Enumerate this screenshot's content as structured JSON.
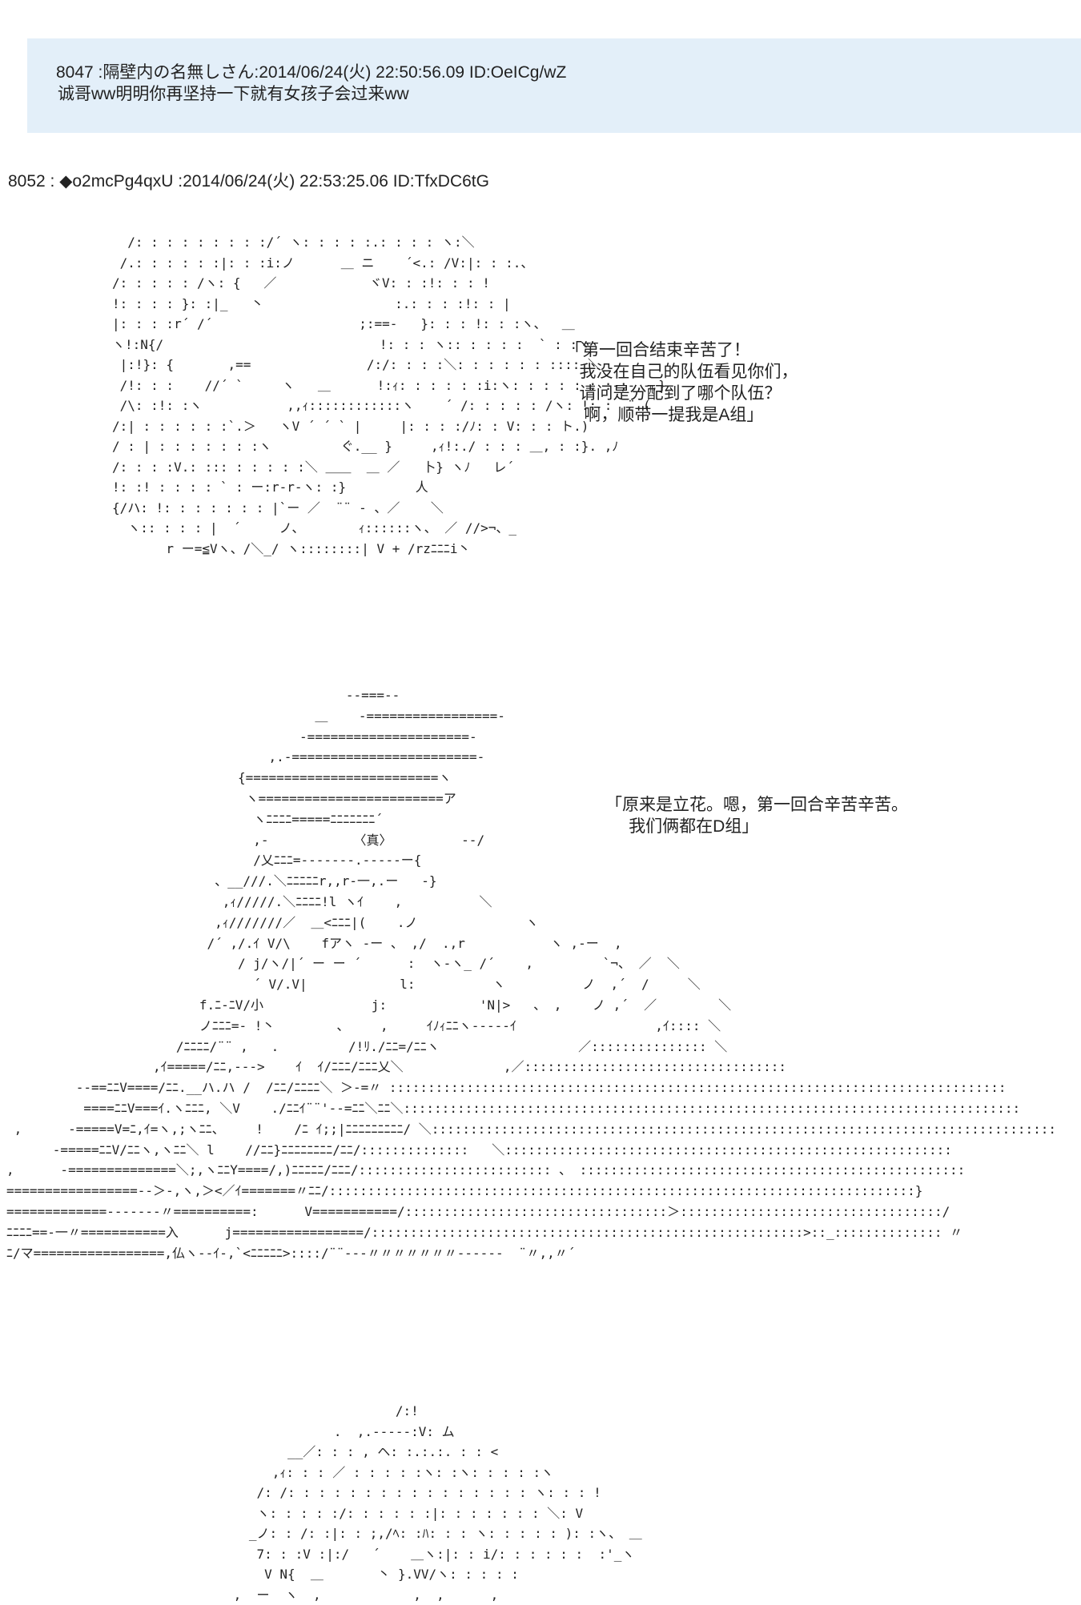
{
  "quote": {
    "header": "8047 :隔壁内の名無しさん:2014/06/24(火) 22:50:56.09 ID:OeICg/wZ",
    "body": "诚哥ww明明你再坚持一下就有女孩子会过来ww"
  },
  "post": {
    "header": "8052 : ◆o2mcPg4qxU :2014/06/24(火) 22:53:25.06 ID:TfxDC6tG"
  },
  "dialogs": [
    {
      "lines": [
        "「第一回合结束辛苦了！",
        "   我没在自己的队伍看见你们，",
        "   请问是分配到了哪个队伍？",
        "",
        "    啊，顺带一提我是A组」"
      ]
    },
    {
      "lines": [
        "「原来是立花。嗯，第一回合辛苦辛苦。",
        "     我们俩都在D组」"
      ]
    }
  ],
  "ascii_art": [
    "  /: : : : : : : : :/´ ヽ: : : : :.: : : : ヽ:＼\n /.: : : : : :|: : :i:ノ      ＿ ニ    ´<.: /V:|: : :.、\n/: : : : : /ヽ: {   ／            ヾV: : :!: : : !\n!: : : : }: :|_   丶                 :.: : : :!: : |\n|: : : :r´ /´                   ;:==‐   }: : : !: : :ヽ、  ＿\nヽ!:N{/                            !: : : ヽ:: : : : :  ` : :ヽ\n |:!}: {       ,==               /:/: : : :＼: : : : : : :::: ＼\n /!: : :    //´ `     ヽ   ＿      !:ｨ: : : : : :i:ヽ: : : : : : :-;-,-,}\n /\\: :!: :ヽ           ,,ｨ::::::::::::ヽ    ´ /: : : : : /ヽ: !: :  ¨ (\n/:| : : : : : :`.＞   ヽV ´ ´ ` |     |: : : :/ﾉ: : V: : : ト.)\n/ : | : : : : : : :ヽ         ぐ.__ }     ,ｨ!:./ : : : ＿, : :}. ,ﾉ\n/: : : :V.: ::: : : : : :＼ ＿＿  ＿ ／   卜} ヽﾉ   レ´\n!: :! : : : : ` : ー:r-r‐ヽ: :}         人\n{/ハ: !: : : : : : : |`ー ／  ¨¨ ‐ 、／    ＼\n  ヽ:: : : : |  ´     ノ、       ｨ::::::ヽ、 ／ //>¬、_\n       r ー=≦Vヽ、/＼_/ ヽ::::::::| V + /rzﾆﾆﾆi丶",
    "                                            --===--\n                                        ＿    -=================-\n                                      -=====================-\n                                  ,.-========================-\n                              {=========================ヽ\n                               ヽ========================ア\n                                ヽﾆﾆﾆﾆ=====ﾆﾆﾆﾆﾆﾆﾆ´\n                                ,‐           〈真〉         --/\n                                /乂ﾆﾆﾆ=‐-‐‐‐-‐.-‐‐‐‐ー{\n                           、__///.＼ﾆﾆﾆﾆﾆr,,r‐一,.ー   -}\n                            ,ｨ/////.＼ﾆﾆﾆﾆ!l ヽｲ    ,          ＼\n                           ,ｨ///////／  ＿<ﾆﾆﾆ|(    .ノ              ヽ\n                          /´ ,/.ｲ V/\\    fアヽ ‐ー 、 ,/  .,r           ヽ ,-ー  ,\n                              / j/ヽ/|´ ー ー ´      :  ヽ‐ヽ_ /´    ,         `¬、 ／  ＼\n                                ´ V/.V|            l:          ヽ          ノ  ,´  /     ＼\n                         f.ﾆ-ﾆV/小              j:            'N|>   、 ,    ノ ,´  ／        ＼\n                         ノﾆﾆﾆ=- !丶        、    ,     ｲﾉｨﾆﾆヽ‐‐‐‐-ｲ                  ,ｲ:::: ＼\n                      /ﾆﾆﾆﾆ/¨¨ ,   .         /!ﾘ./ﾆﾆ=/ﾆﾆヽ                  ／::::::::::::::: ＼\n                   ,ｲ=====/ﾆﾆ,--->    ｲ  ｲ/ﾆﾆﾆ/ﾆﾆﾆ乂＼             ,／::::::::::::::::::::::::::::::::::\n         -‐==ﾆﾆV====/ﾆﾆ.__ハ.ハ /  /ﾆﾆ/ﾆﾆﾆﾆ＼ ＞-=〃 ::::::::::::::::::::::::::::::::::::::::::::::::::::::::::::::::::::::::::::::::\n          ====ﾆﾆV===ｲ.ヽﾆﾆﾆ, ＼V    ./ﾆﾆｲ¨¨'‐-=ﾆﾆ＼ﾆﾆ＼::::::::::::::::::::::::::::::::::::::::::::::::::::::::::::::::::::::::::::::::\n ,      -=====V=ﾆ,ｲ=ヽ,;ヽﾆﾆ、    !    /ﾆ ｲ;;|ﾆﾆﾆﾆﾆﾆﾆﾆﾆ/ ＼:::::::::::::::::::::::::::::::::::::::::::::::::::::::::::::::::::::::::::::::::\n      -=====ﾆﾆV/ﾆﾆヽ,ヽﾆﾆ＼ l    //ﾆﾆ}ﾆﾆﾆﾆﾆﾆﾆﾆ/ﾆﾆ/::::::::::::::   ＼::::::::::::::::::::::::::::::::::::::::::::::::::::::::::\n,      -==============＼;,ヽﾆﾆY====/,)ﾆﾆﾆﾆﾆ/ﾆﾆﾆ/::::::::::::::::::::::::: 、 ::::::::::::::::::::::::::::::::::::::::::::::::::\n=================--＞-,ヽ,＞<／ｲ=======〃ﾆﾆ/::::::::::::::::::::::::::::::::::::::::::::::::::::::::::::::::::::::::::::}\n=============-‐‐‐‐‐‐〃==========:      V===========/::::::::::::::::::::::::::::::::::＞::::::::::::::::::::::::::::::::::/\nﾆﾆﾆﾆ==-一〃===========入      j=================/::::::::::::::::::::::::::::::::::::::::::::::::::::::::>::_:::::::::::::: 〃\nﾆ/マ=================,仏ヽ‐-ｲ-,`<ﾆﾆﾆﾆﾆ>::::/¨¨‐‐‐〃〃〃〃〃〃〃‐‐‐‐‐‐  ¨〃,,〃´",
    "                                 /:!\n                         .  ,.-‐-‐-:V: ム\n                   __／: : : , ヘ: :.:.:. : : <\n                 ,ｨ: : : ／ : : : : :ヽ: :ヽ: : : : :ヽ\n               /: /: : : : : : : : : : : : : : : : ヽ: : : !\n               ヽ: : : : :/: : : : : :|: : : : : : : ＼: V\n              _ノ: : /: :|: : ;,/ﾍ: :ﾊ: : : ヽ: : : : : ): :ヽ、 ＿\n               7: : :V :|:/   ´    ＿ヽ:|: : i/: : : : : :  :'_ヽ\n                V N{  ＿       丶 }.VV/ヽ: : : : :\n            ,  ー  ヽ  ,            ,  ,      ,"
  ]
}
